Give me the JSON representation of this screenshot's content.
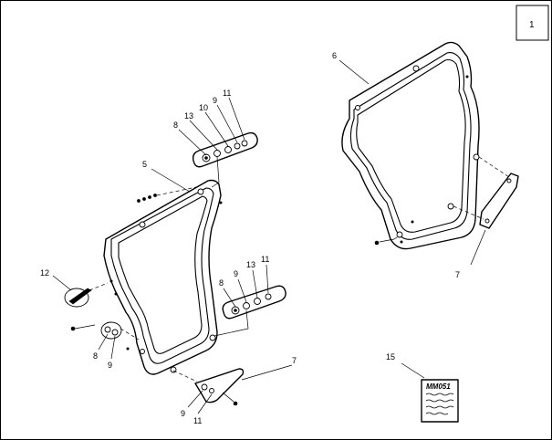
{
  "sheet_number": "1",
  "callouts": {
    "c1": "1",
    "c5": "5",
    "c6": "6",
    "c7a": "7",
    "c7b": "7",
    "c8a": "8",
    "c8b": "8",
    "c8c": "8",
    "c9a": "9",
    "c9b": "9",
    "c9c": "9",
    "c9d": "9",
    "c10": "10",
    "c11a": "11",
    "c11b": "11",
    "c11c": "11",
    "c12": "12",
    "c13a": "13",
    "c13b": "13",
    "c15": "15"
  },
  "manual_label": {
    "title": "MM051"
  }
}
